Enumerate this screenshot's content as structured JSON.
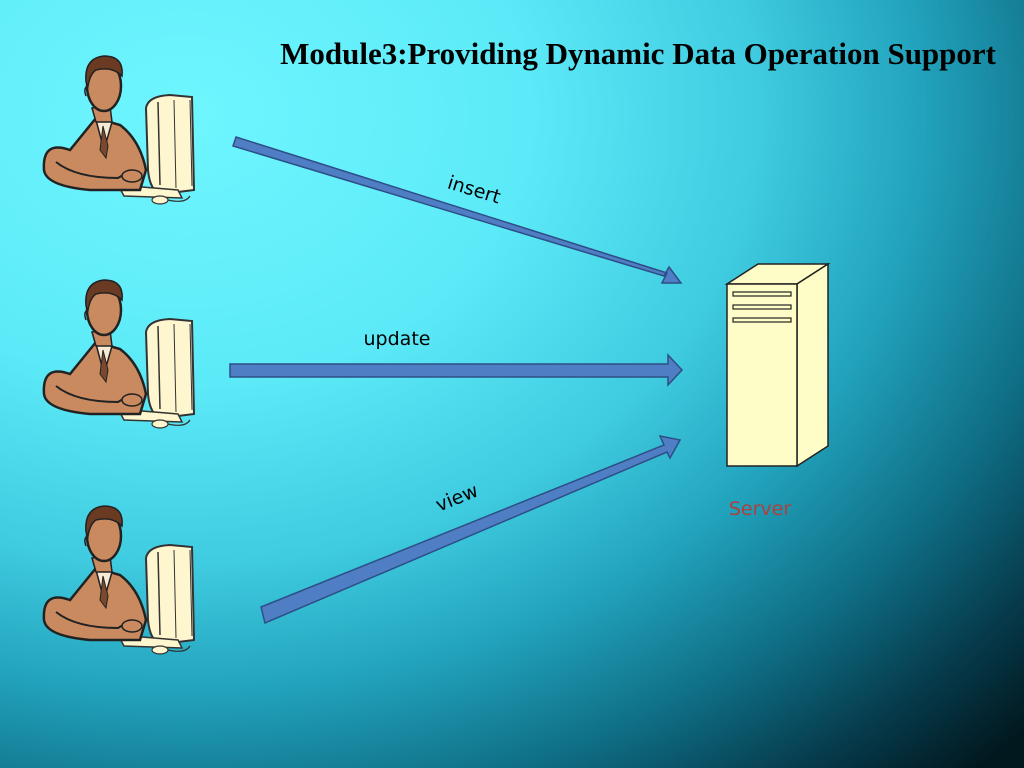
{
  "title": "Module3:Providing Dynamic Data Operation Support",
  "labels": {
    "insert": "insert",
    "update": "update",
    "view": "view",
    "server": "Server"
  },
  "icons": {
    "client": "user-at-computer-icon",
    "server": "server-tower-icon"
  },
  "colors": {
    "arrow_fill": "#4f7ec4",
    "arrow_stroke": "#2d4f86",
    "server_fill": "#fefdc8",
    "server_label": "#b0403a"
  }
}
